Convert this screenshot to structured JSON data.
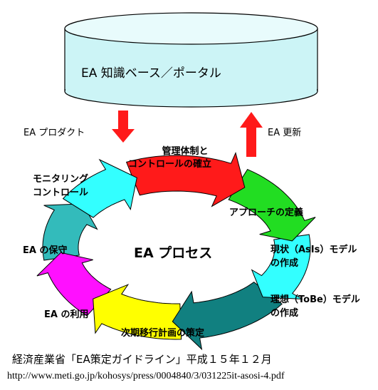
{
  "knowledge_base": {
    "label": "EA 知識ベース／ポータル"
  },
  "arrows": {
    "down_label": "EA プロダクト",
    "up_label": "EA 更新"
  },
  "center_label": "EA プロセス",
  "cycle": [
    {
      "label_lines": [
        "管理体制と",
        "コントロールの確立"
      ],
      "color": "#ff1a1a"
    },
    {
      "label_lines": [
        "アプローチの定義"
      ],
      "color": "#22dd22"
    },
    {
      "label_lines": [
        "現状（AsIs）モデル",
        "の作成"
      ],
      "color": "#33ffff"
    },
    {
      "label_lines": [
        "理想（ToBe）モデル",
        "の作成"
      ],
      "color": "#118080"
    },
    {
      "label_lines": [
        "次期移行計画の策定"
      ],
      "color": "#ffff00"
    },
    {
      "label_lines": [
        "EA の利用"
      ],
      "color": "#ff10ff"
    },
    {
      "label_lines": [
        "EA の保守"
      ],
      "color": "#33bbbb"
    },
    {
      "label_lines": [
        "モニタリング",
        "コントロール"
      ],
      "color": "#33ffff"
    }
  ],
  "caption": "経済産業省「EA策定ガイドライン」平成１５年１２月",
  "url": "http://www.meti.go.jp/kohosys/press/0004840/3/031225it-asosi-4.pdf"
}
